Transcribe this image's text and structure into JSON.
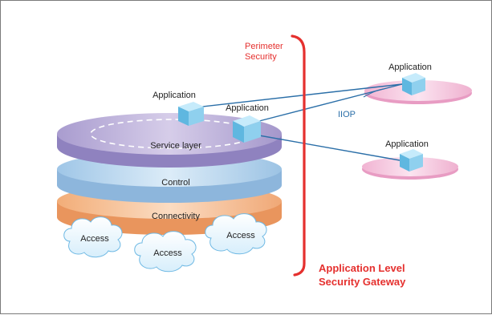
{
  "diagram": {
    "layers": {
      "service": "Service layer",
      "control": "Control",
      "connectivity": "Connectivity"
    },
    "access_clouds": [
      "Access",
      "Access",
      "Access"
    ],
    "applications": {
      "top_layer": "Application",
      "service_node": "Application",
      "right_top": "Application",
      "right_bottom": "Application"
    },
    "link_label": "IIOP",
    "perimeter": [
      "Perimeter",
      "Security"
    ],
    "gateway": [
      "Application Level",
      "Security Gateway"
    ],
    "colors": {
      "perimeter_red": "#e5302e",
      "link_blue": "#2b6fa8",
      "service_layer": "#b9acd6",
      "control_layer": "#bcd9ef",
      "connectivity_layer": "#f6c39a",
      "app_cube": "#8fd0ee",
      "remote_disc": "#f2c4dc"
    }
  }
}
